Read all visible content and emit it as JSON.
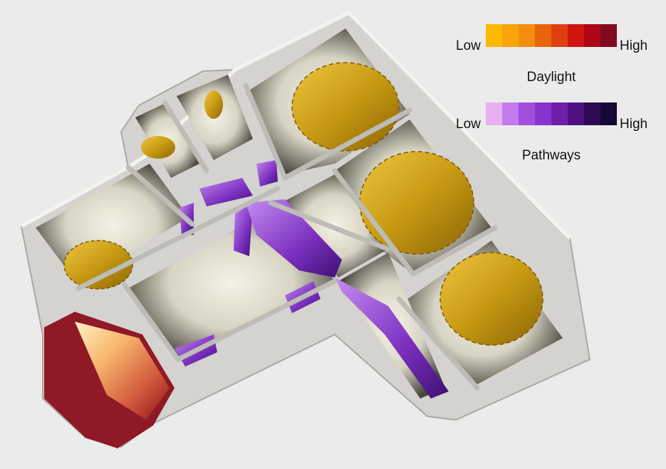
{
  "legends": [
    {
      "title": "Daylight",
      "low_label": "Low",
      "high_label": "High",
      "colors": [
        "#fdb900",
        "#f9a40c",
        "#f48d0d",
        "#e9650b",
        "#de4010",
        "#d0140f",
        "#ad0617",
        "#800b1c"
      ]
    },
    {
      "title": "Pathways",
      "low_label": "Low",
      "high_label": "High",
      "colors": [
        "#e7b1f0",
        "#c17bec",
        "#a24fde",
        "#8b33cf",
        "#6f1ea8",
        "#4f1182",
        "#2e0a55",
        "#150a35"
      ]
    }
  ],
  "colors": {
    "background": "#ebebeb",
    "wall": "#d4d3cf",
    "floor_glow": "#f3f0e4",
    "daylight": "#d4a416",
    "pathways": "#8a3fc8",
    "balcony": "#8b0f1c"
  }
}
